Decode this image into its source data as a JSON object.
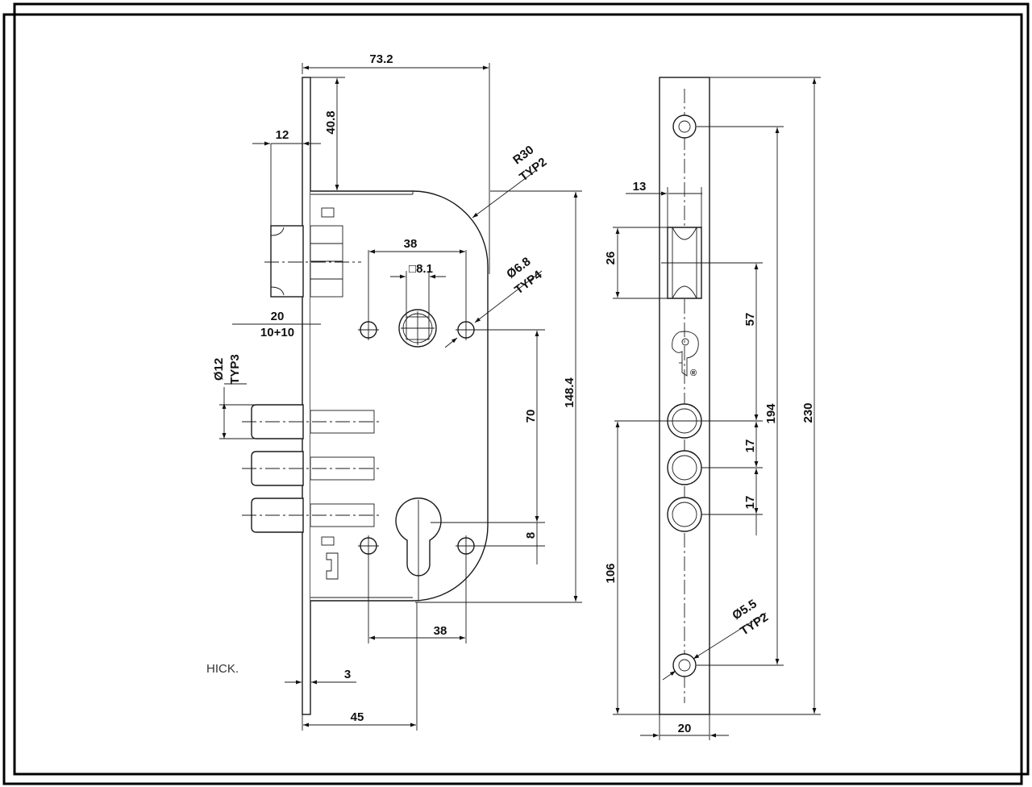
{
  "dimensions": {
    "front_width": "73.2",
    "top_offset": "40.8",
    "faceplate_latch": "12",
    "latch_throw": "20",
    "latch_throw_split": "10+10",
    "bolt_diameter": "Ø12",
    "bolt_typ": "TYP3",
    "spindle_spacing_top": "38",
    "spindle_square": "□8.1",
    "radius": "R30",
    "radius_typ": "TYP2",
    "screw_hole_dia": "Ø6.8",
    "screw_hole_typ": "TYP4",
    "backset_spacing": "70",
    "case_height": "148.4",
    "cylinder_offset": "8",
    "spindle_spacing_bottom": "38",
    "plate_thickness": "3",
    "backset": "45",
    "strike_latch_width": "13",
    "strike_latch_height": "26",
    "strike_57": "57",
    "strike_194": "194",
    "strike_17a": "17",
    "strike_17b": "17",
    "strike_230": "230",
    "strike_106": "106",
    "strike_hole_dia": "Ø5.5",
    "strike_hole_typ": "TYP2",
    "strike_width": "20"
  },
  "notes": {
    "thick_fragment": "HICK."
  },
  "icons": {
    "logo": "key-logo-icon",
    "registered": "®"
  }
}
